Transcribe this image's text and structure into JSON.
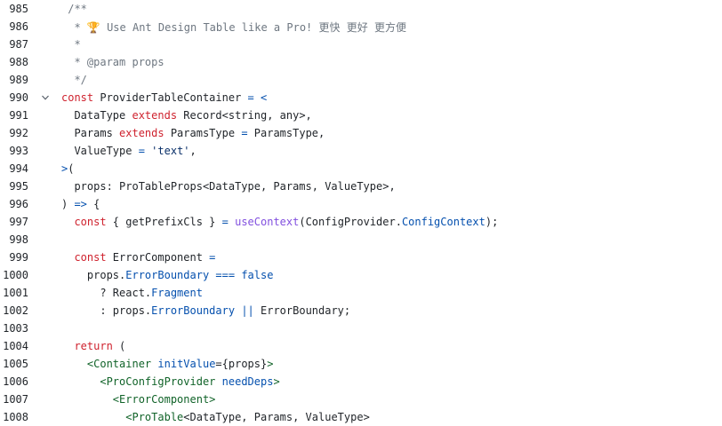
{
  "editor": {
    "lines": [
      {
        "n": "985",
        "fold": false,
        "tokens": [
          {
            "t": "comment",
            "v": " /**"
          }
        ]
      },
      {
        "n": "986",
        "fold": false,
        "tokens": [
          {
            "t": "comment",
            "v": "  * "
          },
          {
            "t": "emoji",
            "v": "🏆"
          },
          {
            "t": "comment",
            "v": " Use Ant Design Table like a Pro! 更快 更好 更方便"
          }
        ]
      },
      {
        "n": "987",
        "fold": false,
        "tokens": [
          {
            "t": "comment",
            "v": "  *"
          }
        ]
      },
      {
        "n": "988",
        "fold": false,
        "tokens": [
          {
            "t": "comment",
            "v": "  * @param props"
          }
        ]
      },
      {
        "n": "989",
        "fold": false,
        "tokens": [
          {
            "t": "comment",
            "v": "  */"
          }
        ]
      },
      {
        "n": "990",
        "fold": true,
        "tokens": [
          {
            "t": "keyword",
            "v": "const"
          },
          {
            "t": "plain",
            "v": " ProviderTableContainer "
          },
          {
            "t": "operator",
            "v": "="
          },
          {
            "t": "plain",
            "v": " "
          },
          {
            "t": "operator",
            "v": "<"
          }
        ]
      },
      {
        "n": "991",
        "fold": false,
        "tokens": [
          {
            "t": "plain",
            "v": "  DataType "
          },
          {
            "t": "keyword",
            "v": "extends"
          },
          {
            "t": "plain",
            "v": " Record<string, any>,"
          }
        ]
      },
      {
        "n": "992",
        "fold": false,
        "tokens": [
          {
            "t": "plain",
            "v": "  Params "
          },
          {
            "t": "keyword",
            "v": "extends"
          },
          {
            "t": "plain",
            "v": " ParamsType "
          },
          {
            "t": "operator",
            "v": "="
          },
          {
            "t": "plain",
            "v": " ParamsType,"
          }
        ]
      },
      {
        "n": "993",
        "fold": false,
        "tokens": [
          {
            "t": "plain",
            "v": "  ValueType "
          },
          {
            "t": "operator",
            "v": "="
          },
          {
            "t": "plain",
            "v": " "
          },
          {
            "t": "string",
            "v": "'text'"
          },
          {
            "t": "plain",
            "v": ","
          }
        ]
      },
      {
        "n": "994",
        "fold": false,
        "tokens": [
          {
            "t": "operator",
            "v": ">"
          },
          {
            "t": "plain",
            "v": "("
          }
        ]
      },
      {
        "n": "995",
        "fold": false,
        "tokens": [
          {
            "t": "plain",
            "v": "  props: ProTableProps<DataType, Params, ValueType>,"
          }
        ]
      },
      {
        "n": "996",
        "fold": false,
        "tokens": [
          {
            "t": "plain",
            "v": ") "
          },
          {
            "t": "operator",
            "v": "=>"
          },
          {
            "t": "plain",
            "v": " {"
          }
        ]
      },
      {
        "n": "997",
        "fold": false,
        "tokens": [
          {
            "t": "plain",
            "v": "  "
          },
          {
            "t": "keyword",
            "v": "const"
          },
          {
            "t": "plain",
            "v": " { getPrefixCls } "
          },
          {
            "t": "operator",
            "v": "="
          },
          {
            "t": "plain",
            "v": " "
          },
          {
            "t": "function",
            "v": "useContext"
          },
          {
            "t": "plain",
            "v": "(ConfigProvider."
          },
          {
            "t": "property",
            "v": "ConfigContext"
          },
          {
            "t": "plain",
            "v": ");"
          }
        ]
      },
      {
        "n": "998",
        "fold": false,
        "tokens": [
          {
            "t": "plain",
            "v": ""
          }
        ]
      },
      {
        "n": "999",
        "fold": false,
        "tokens": [
          {
            "t": "plain",
            "v": "  "
          },
          {
            "t": "keyword",
            "v": "const"
          },
          {
            "t": "plain",
            "v": " ErrorComponent "
          },
          {
            "t": "operator",
            "v": "="
          }
        ]
      },
      {
        "n": "1000",
        "fold": false,
        "tokens": [
          {
            "t": "plain",
            "v": "    props."
          },
          {
            "t": "property",
            "v": "ErrorBoundary"
          },
          {
            "t": "plain",
            "v": " "
          },
          {
            "t": "operator",
            "v": "==="
          },
          {
            "t": "plain",
            "v": " "
          },
          {
            "t": "operator",
            "v": "false"
          }
        ]
      },
      {
        "n": "1001",
        "fold": false,
        "tokens": [
          {
            "t": "plain",
            "v": "      ? React."
          },
          {
            "t": "property",
            "v": "Fragment"
          }
        ]
      },
      {
        "n": "1002",
        "fold": false,
        "tokens": [
          {
            "t": "plain",
            "v": "      : props."
          },
          {
            "t": "property",
            "v": "ErrorBoundary"
          },
          {
            "t": "plain",
            "v": " "
          },
          {
            "t": "operator",
            "v": "||"
          },
          {
            "t": "plain",
            "v": " ErrorBoundary;"
          }
        ]
      },
      {
        "n": "1003",
        "fold": false,
        "tokens": [
          {
            "t": "plain",
            "v": ""
          }
        ]
      },
      {
        "n": "1004",
        "fold": false,
        "tokens": [
          {
            "t": "plain",
            "v": "  "
          },
          {
            "t": "keyword",
            "v": "return"
          },
          {
            "t": "plain",
            "v": " ("
          }
        ]
      },
      {
        "n": "1005",
        "fold": false,
        "tokens": [
          {
            "t": "plain",
            "v": "    "
          },
          {
            "t": "tag",
            "v": "<Container"
          },
          {
            "t": "plain",
            "v": " "
          },
          {
            "t": "attr",
            "v": "initValue"
          },
          {
            "t": "plain",
            "v": "={props}"
          },
          {
            "t": "tag",
            "v": ">"
          }
        ]
      },
      {
        "n": "1006",
        "fold": false,
        "tokens": [
          {
            "t": "plain",
            "v": "      "
          },
          {
            "t": "tag",
            "v": "<ProConfigProvider"
          },
          {
            "t": "plain",
            "v": " "
          },
          {
            "t": "attr",
            "v": "needDeps"
          },
          {
            "t": "tag",
            "v": ">"
          }
        ]
      },
      {
        "n": "1007",
        "fold": false,
        "tokens": [
          {
            "t": "plain",
            "v": "        "
          },
          {
            "t": "tag",
            "v": "<ErrorComponent>"
          }
        ]
      },
      {
        "n": "1008",
        "fold": false,
        "tokens": [
          {
            "t": "plain",
            "v": "          "
          },
          {
            "t": "tag",
            "v": "<ProTable"
          },
          {
            "t": "plain",
            "v": "<DataType, Params, ValueType>"
          }
        ]
      }
    ]
  }
}
